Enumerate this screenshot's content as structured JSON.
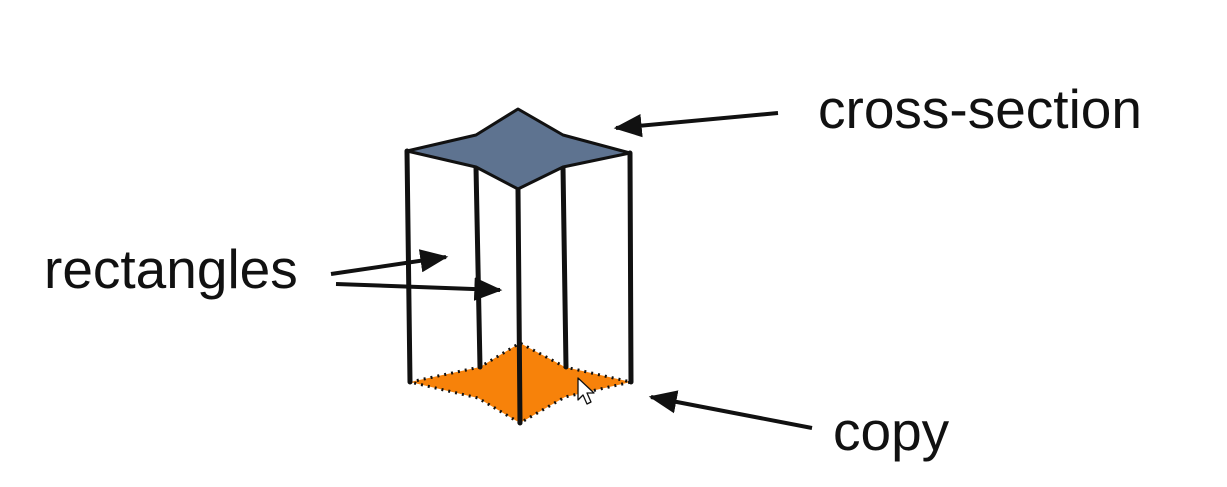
{
  "labels": {
    "cross_section": "cross-section",
    "rectangles": "rectangles",
    "copy": "copy"
  },
  "colors": {
    "top_face": "#5e7390",
    "bottom_face": "#f7820a",
    "stroke": "#111111",
    "background": "#ffffff"
  }
}
